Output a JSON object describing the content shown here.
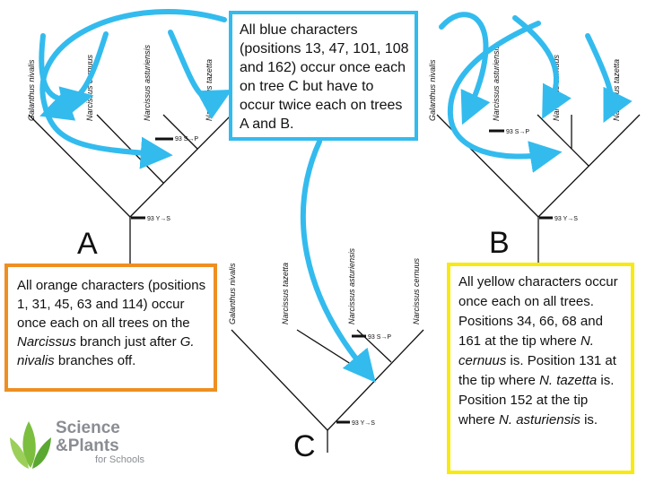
{
  "colors": {
    "blue_arrow": "#33bbee",
    "orange_border": "#ee8f22",
    "yellow_border": "#f8ea10",
    "tree_line": "#111111",
    "logo_green": "#7cbf3f",
    "logo_text": "#8a8d93"
  },
  "tree_a": {
    "label": "A",
    "taxa": [
      "Galanthus nivalis",
      "Narcissus cernuus",
      "Narcissus asturiensis",
      "Narcissus tazetta"
    ],
    "mutation_top": "93 S→P",
    "mutation_bottom": "93 Y→S"
  },
  "tree_b": {
    "label": "B",
    "taxa": [
      "Galanthus nivalis",
      "Narcissus asturiensis",
      "Narcissus cernuus",
      "Narcissus tazetta"
    ],
    "mutation_top": "93 S→P",
    "mutation_bottom": "93 Y→S"
  },
  "tree_c": {
    "label": "C",
    "taxa": [
      "Galanthus nivalis",
      "Narcissus tazetta",
      "Narcissus asturiensis",
      "Narcissus cernuus"
    ],
    "mutation_top": "93 S→P",
    "mutation_bottom": "93 Y→S"
  },
  "notes": {
    "blue": "All blue characters (positions 13, 47, 101, 108 and 162) occur once each on tree C but have to occur twice each on trees A and B.",
    "orange_pre": "All orange characters (positions 1, 31, 45, 63 and 114) occur once each on all trees on the ",
    "orange_genus": "Narcissus",
    "orange_post": " branch just after ",
    "orange_species": "G. nivalis",
    "orange_end": " branches off.",
    "yellow_1": "All yellow characters occur once each on all trees. Positions 34, 66, 68 and 161 at the tip where ",
    "yellow_sp1": "N. cernuus",
    "yellow_2": " is. Position 131 at the tip where ",
    "yellow_sp2": "N. tazetta",
    "yellow_3": " is. Position 152 at the tip where ",
    "yellow_sp3": "N. asturiensis",
    "yellow_4": " is."
  },
  "logo": {
    "line1": "Science",
    "line2": "&Plants",
    "line3": "for Schools"
  }
}
